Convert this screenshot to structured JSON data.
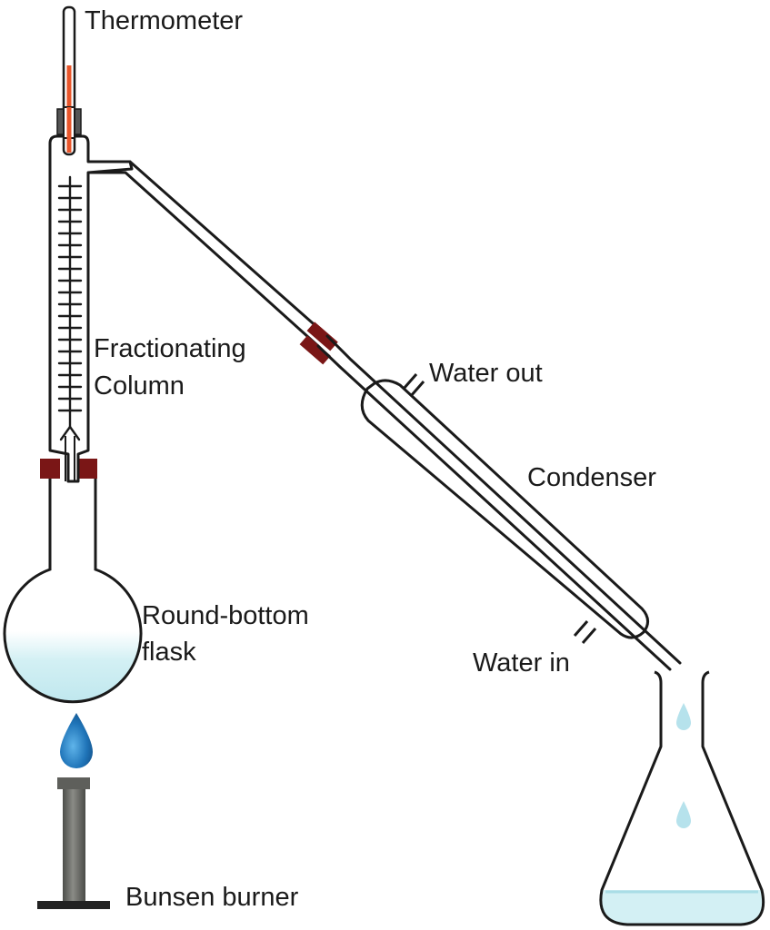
{
  "labels": {
    "thermometer": "Thermometer",
    "fractionating_line1": "Fractionating",
    "fractionating_line2": "Column",
    "round_bottom_line1": "Round-bottom",
    "round_bottom_line2": "flask",
    "bunsen_burner": "Bunsen burner",
    "condenser": "Condenser",
    "water_out": "Water out",
    "water_in": "Water in"
  },
  "colors": {
    "glass_outline": "#1a1a1a",
    "liquid": "#c6ebf0",
    "stopper": "#7a1616",
    "mercury": "#e8552a",
    "flame": "#1f74b8",
    "burner": "#6d6e69",
    "droplet": "#b6e2ec"
  }
}
